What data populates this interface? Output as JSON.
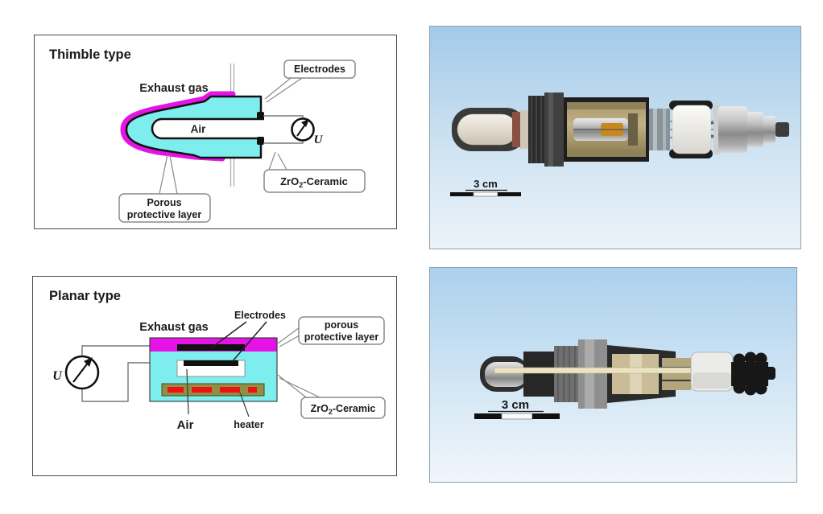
{
  "colors": {
    "ceramic": "#7deded",
    "protective_layer": "#e613e6",
    "heater_body": "#8f8f45",
    "heater_element": "#ee1111"
  },
  "thimble": {
    "title": "Thimble type",
    "labels": {
      "exhaust_gas": "Exhaust gas",
      "air": "Air",
      "voltage": "U",
      "electrodes": "Electrodes",
      "zro2_prefix": "ZrO",
      "zro2_sub": "2",
      "zro2_suffix": "-Ceramic",
      "porous_line1": "Porous",
      "porous_line2": "protective layer"
    }
  },
  "planar": {
    "title": "Planar type",
    "labels": {
      "exhaust_gas": "Exhaust gas",
      "electrodes": "Electrodes",
      "air": "Air",
      "heater": "heater",
      "voltage": "U",
      "zro2_prefix": "ZrO",
      "zro2_sub": "2",
      "zro2_suffix": "-Ceramic",
      "porous_line1": "porous",
      "porous_line2": "protective layer"
    }
  },
  "thimble_photo": {
    "scale_label": "3 cm"
  },
  "planar_photo": {
    "scale_label": "3 cm"
  }
}
